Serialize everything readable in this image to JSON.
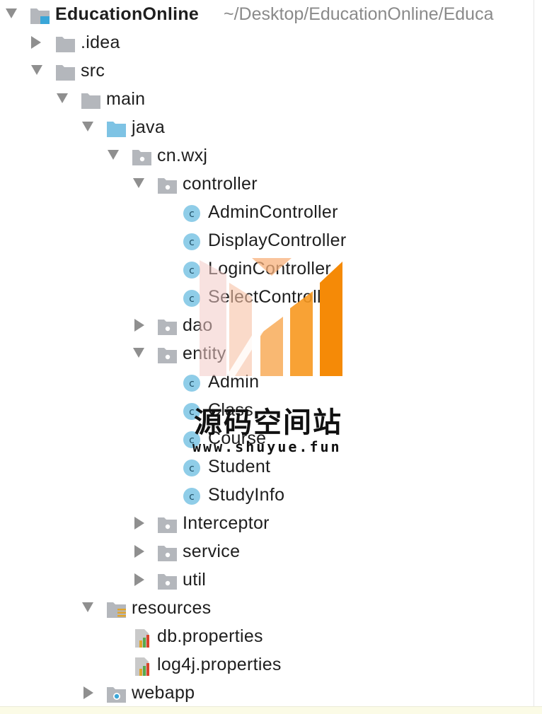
{
  "project": {
    "name": "EducationOnline",
    "path": "~/Desktop/EducationOnline/Educa"
  },
  "tree": [
    {
      "label": "EducationOnline",
      "type": "project",
      "expanded": true
    },
    {
      "label": ".idea",
      "type": "folder",
      "expanded": false
    },
    {
      "label": "src",
      "type": "folder",
      "expanded": true
    },
    {
      "label": "main",
      "type": "folder",
      "expanded": true
    },
    {
      "label": "java",
      "type": "source-folder",
      "expanded": true
    },
    {
      "label": "cn.wxj",
      "type": "package",
      "expanded": true
    },
    {
      "label": "controller",
      "type": "package",
      "expanded": true
    },
    {
      "label": "AdminController",
      "type": "class"
    },
    {
      "label": "DisplayController",
      "type": "class"
    },
    {
      "label": "LoginController",
      "type": "class"
    },
    {
      "label": "SelectController",
      "type": "class"
    },
    {
      "label": "dao",
      "type": "package",
      "expanded": false
    },
    {
      "label": "entity",
      "type": "package",
      "expanded": true
    },
    {
      "label": "Admin",
      "type": "class"
    },
    {
      "label": "Class",
      "type": "class"
    },
    {
      "label": "Course",
      "type": "class"
    },
    {
      "label": "Student",
      "type": "class"
    },
    {
      "label": "StudyInfo",
      "type": "class"
    },
    {
      "label": "Interceptor",
      "type": "package",
      "expanded": false
    },
    {
      "label": "service",
      "type": "package",
      "expanded": false
    },
    {
      "label": "util",
      "type": "package",
      "expanded": false
    },
    {
      "label": "resources",
      "type": "resources-folder",
      "expanded": true
    },
    {
      "label": "db.properties",
      "type": "properties"
    },
    {
      "label": "log4j.properties",
      "type": "properties"
    },
    {
      "label": "webapp",
      "type": "web-folder",
      "expanded": false
    }
  ],
  "watermark": {
    "text": "源码空间站",
    "url": "www.shuyue.fun"
  },
  "colors": {
    "folder": "#b4b7bc",
    "source_folder": "#7ec3e4",
    "class_icon": "#8fcde8",
    "arrow": "#8f8f8f",
    "path_text": "#8a8a8a",
    "watermark_orange": "#f58a07"
  }
}
